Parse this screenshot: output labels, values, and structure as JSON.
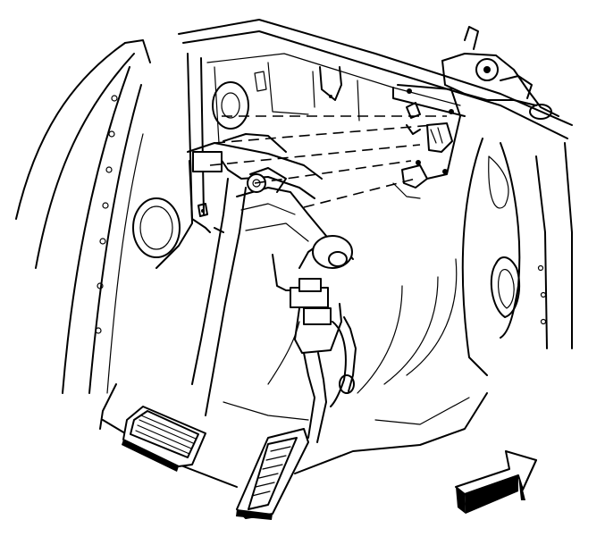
{
  "figure": {
    "subject": "accelerator-and-brake-pedal-assembly",
    "view": "driver-footwell",
    "direction_arrow": "front-of-vehicle-arrow"
  }
}
